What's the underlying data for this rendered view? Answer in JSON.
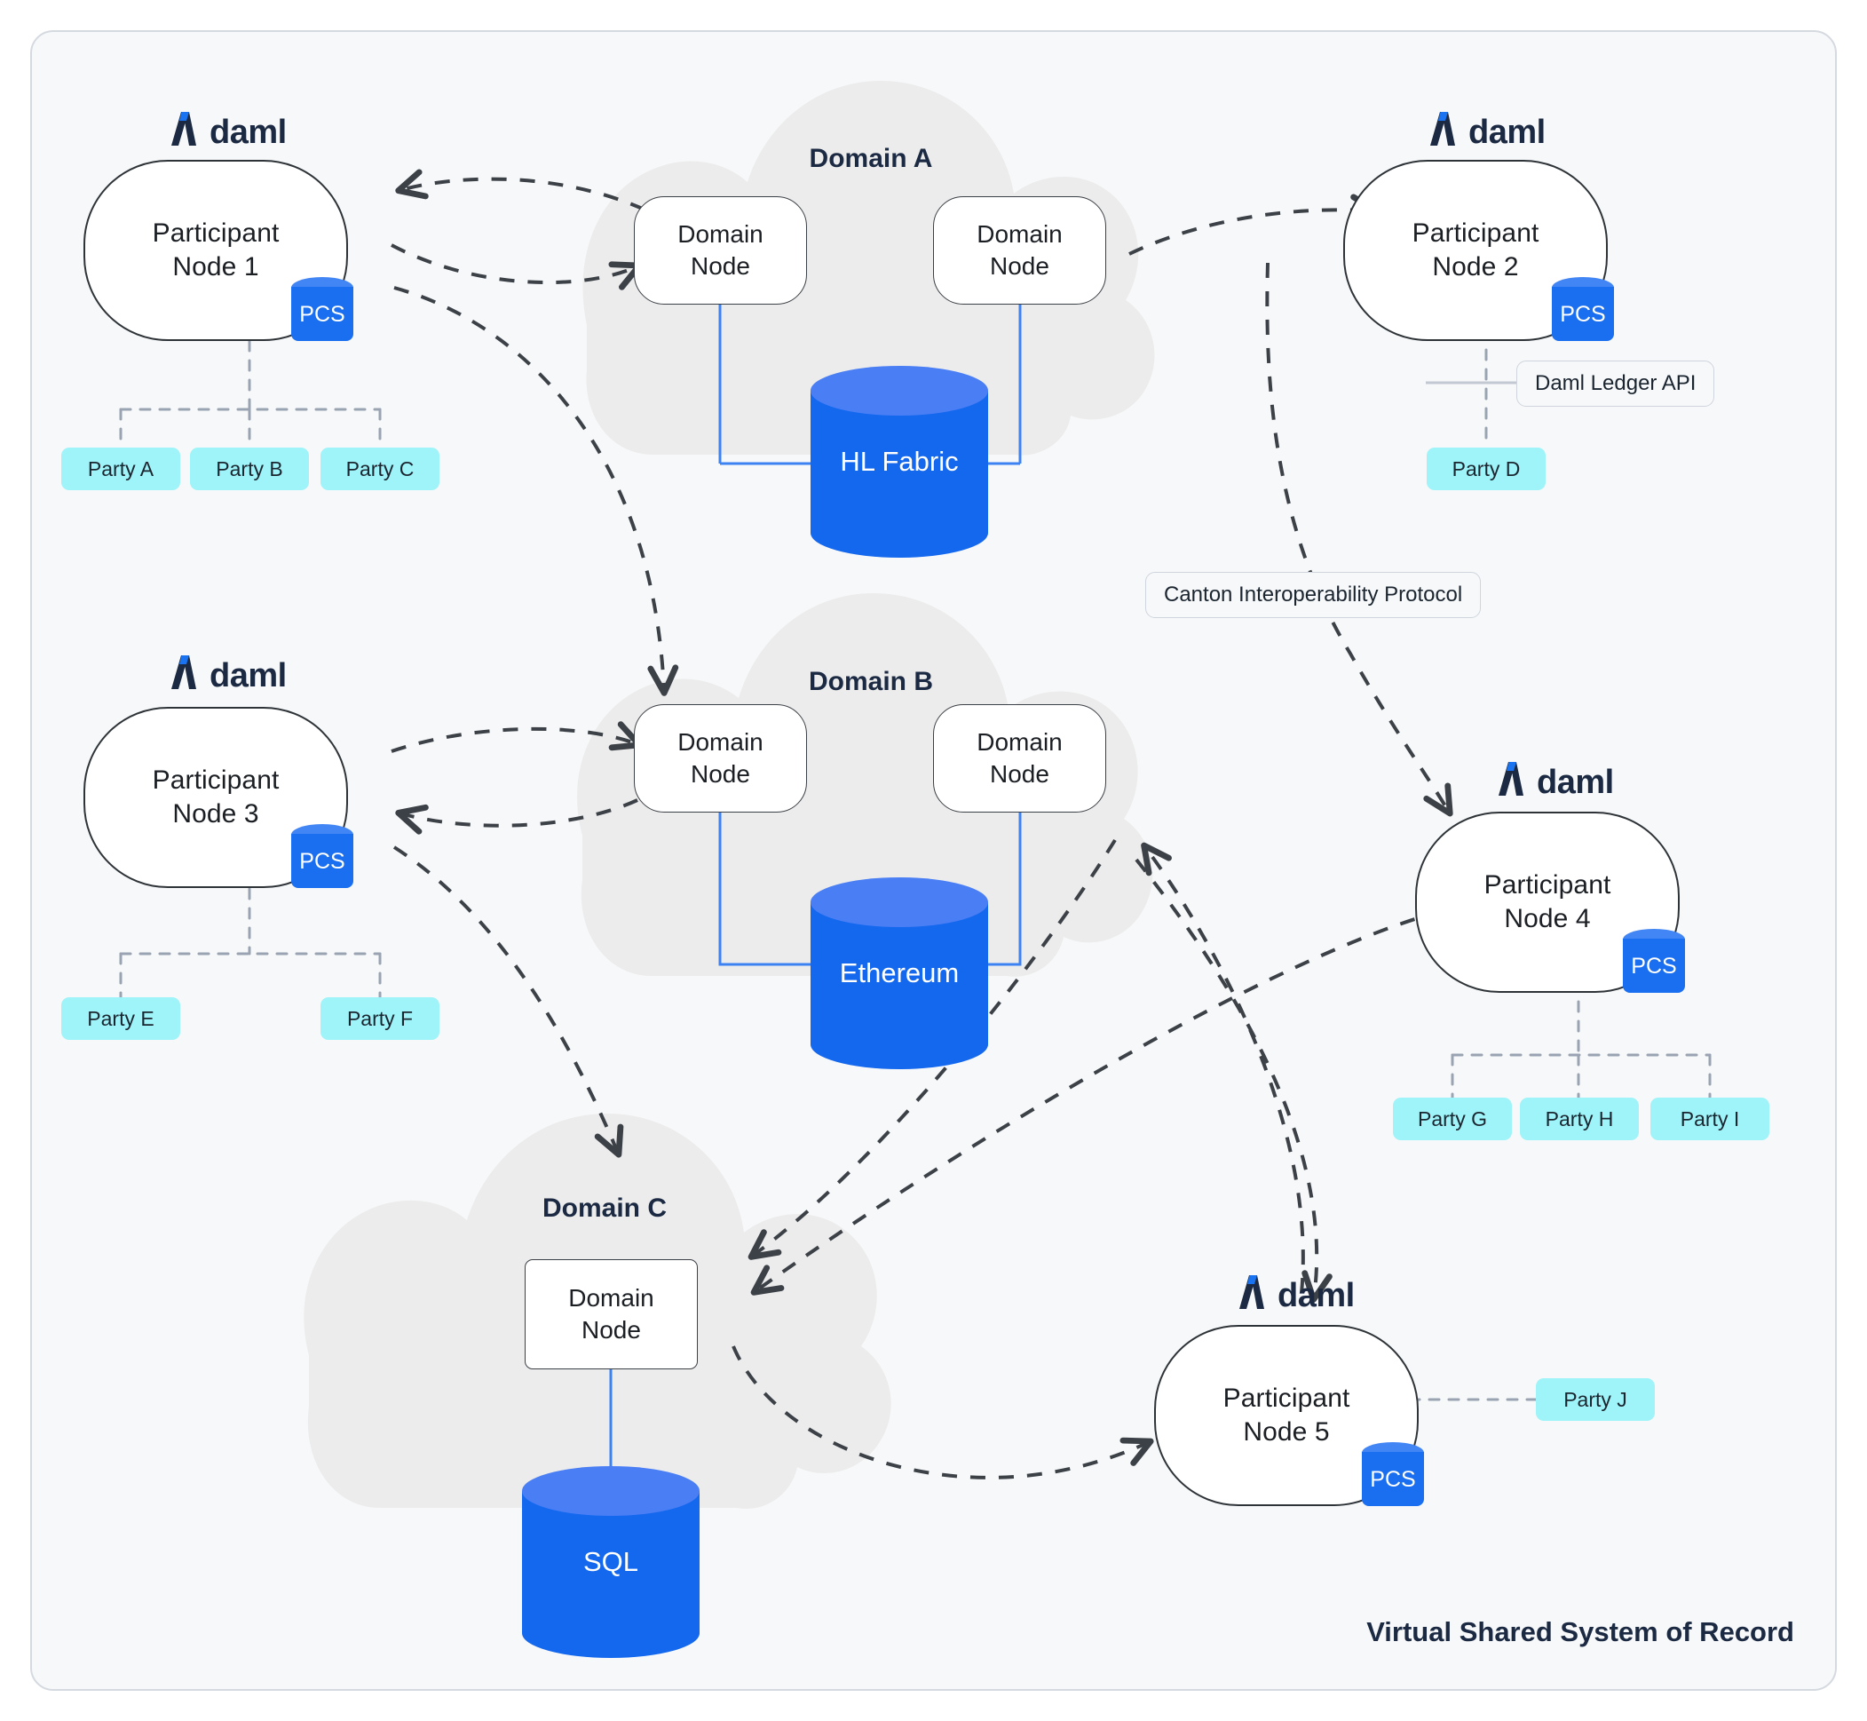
{
  "diagram": {
    "footer_title": "Virtual Shared System of Record",
    "brand_wordmark": "daml",
    "brand_mark_color": "#1a73f0",
    "brand_text_color": "#1b2a42",
    "party_chip_color": "#9ef4f8",
    "cloud_color": "#ececec",
    "db_body_color": "#1468ee",
    "db_top_color": "#4a7ef5",
    "pcs_body_color": "#1a6ef0",
    "pcs_top_color": "#4285f4",
    "link_color": "#3d82f2",
    "arrow_color": "#3c4147",
    "party_link_color": "#9aa3b2",
    "canvas_bg": "#f7f8f9",
    "canvas_border": "#d5d9e0"
  },
  "participants": [
    {
      "id": "pn1",
      "title": "Participant\nNode 1",
      "line1": "Participant",
      "line2": "Node 1",
      "pcs": "PCS"
    },
    {
      "id": "pn2",
      "title": "Participant\nNode 2",
      "line1": "Participant",
      "line2": "Node 2",
      "pcs": "PCS"
    },
    {
      "id": "pn3",
      "title": "Participant\nNode 3",
      "line1": "Participant",
      "line2": "Node 3",
      "pcs": "PCS"
    },
    {
      "id": "pn4",
      "title": "Participant\nNode 4",
      "line1": "Participant",
      "line2": "Node 4",
      "pcs": "PCS"
    },
    {
      "id": "pn5",
      "title": "Participant\nNode 5",
      "line1": "Participant",
      "line2": "Node 5",
      "pcs": "PCS"
    }
  ],
  "domains": [
    {
      "id": "domA",
      "label": "Domain A",
      "ledger": "HL Fabric",
      "nodes": [
        {
          "line1": "Domain",
          "line2": "Node"
        },
        {
          "line1": "Domain",
          "line2": "Node"
        }
      ]
    },
    {
      "id": "domB",
      "label": "Domain B",
      "ledger": "Ethereum",
      "nodes": [
        {
          "line1": "Domain",
          "line2": "Node"
        },
        {
          "line1": "Domain",
          "line2": "Node"
        }
      ]
    },
    {
      "id": "domC",
      "label": "Domain C",
      "ledger": "SQL",
      "nodes": [
        {
          "line1": "Domain",
          "line2": "Node"
        }
      ]
    }
  ],
  "parties": [
    {
      "id": "A",
      "label": "Party A",
      "owner": "pn1"
    },
    {
      "id": "B",
      "label": "Party B",
      "owner": "pn1"
    },
    {
      "id": "C",
      "label": "Party C",
      "owner": "pn1"
    },
    {
      "id": "D",
      "label": "Party D",
      "owner": "pn2"
    },
    {
      "id": "E",
      "label": "Party E",
      "owner": "pn3"
    },
    {
      "id": "F",
      "label": "Party F",
      "owner": "pn3"
    },
    {
      "id": "G",
      "label": "Party G",
      "owner": "pn4"
    },
    {
      "id": "H",
      "label": "Party H",
      "owner": "pn4"
    },
    {
      "id": "I",
      "label": "Party I",
      "owner": "pn4"
    },
    {
      "id": "J",
      "label": "Party J",
      "owner": "pn5"
    }
  ],
  "callouts": [
    {
      "id": "ledger-api",
      "label": "Daml Ledger API"
    },
    {
      "id": "canton-protocol",
      "label": "Canton Interoperability Protocol"
    }
  ]
}
